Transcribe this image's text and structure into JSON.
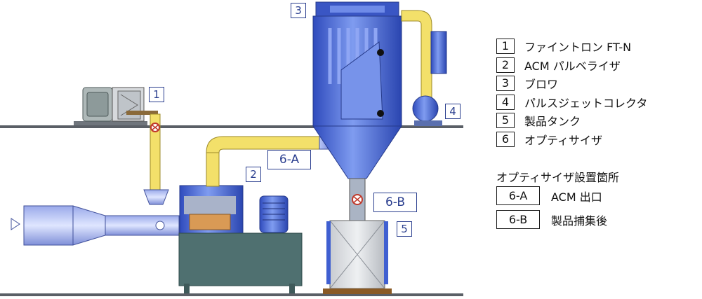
{
  "callouts": {
    "n1": "1",
    "n2": "2",
    "n3": "3",
    "n4": "4",
    "n5": "5",
    "a6": "6-A",
    "b6": "6-B"
  },
  "legend": [
    {
      "num": "1",
      "label": "ファイントロン FT-N"
    },
    {
      "num": "2",
      "label": "ACM パルベライザ"
    },
    {
      "num": "3",
      "label": "ブロワ"
    },
    {
      "num": "4",
      "label": "パルスジェットコレクタ"
    },
    {
      "num": "5",
      "label": "製品タンク"
    },
    {
      "num": "6",
      "label": "オプティサイザ"
    }
  ],
  "locations": {
    "title": "オプティサイザ設置箇所",
    "items": [
      {
        "code": "6-A",
        "label": "ACM 出口"
      },
      {
        "code": "6-B",
        "label": "製品捕集後"
      }
    ]
  },
  "colors": {
    "floor": "#5a5f66",
    "duct_yellow": "#f3e06a",
    "equipment_blue": "#3f5fd1",
    "base_green": "#4f7070",
    "label_border": "#2b3f8f"
  }
}
